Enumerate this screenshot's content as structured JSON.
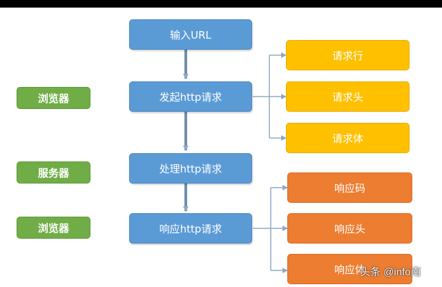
{
  "flow": {
    "input_url": "输入URL",
    "send_request": "发起http请求",
    "process_request": "处理http请求",
    "respond_request": "响应http请求"
  },
  "actors": {
    "browser_top": "浏览器",
    "server": "服务器",
    "browser_bottom": "浏览器"
  },
  "request_parts": [
    "请求行",
    "请求头",
    "请求体"
  ],
  "response_parts": [
    "响应码",
    "响应头",
    "响应体"
  ],
  "watermark": "头条 @info南",
  "colors": {
    "flow": "#5b9bd5",
    "actor": "#70ad47",
    "request": "#ffc000",
    "response": "#ed7d31",
    "connector": "#6f8faf"
  }
}
